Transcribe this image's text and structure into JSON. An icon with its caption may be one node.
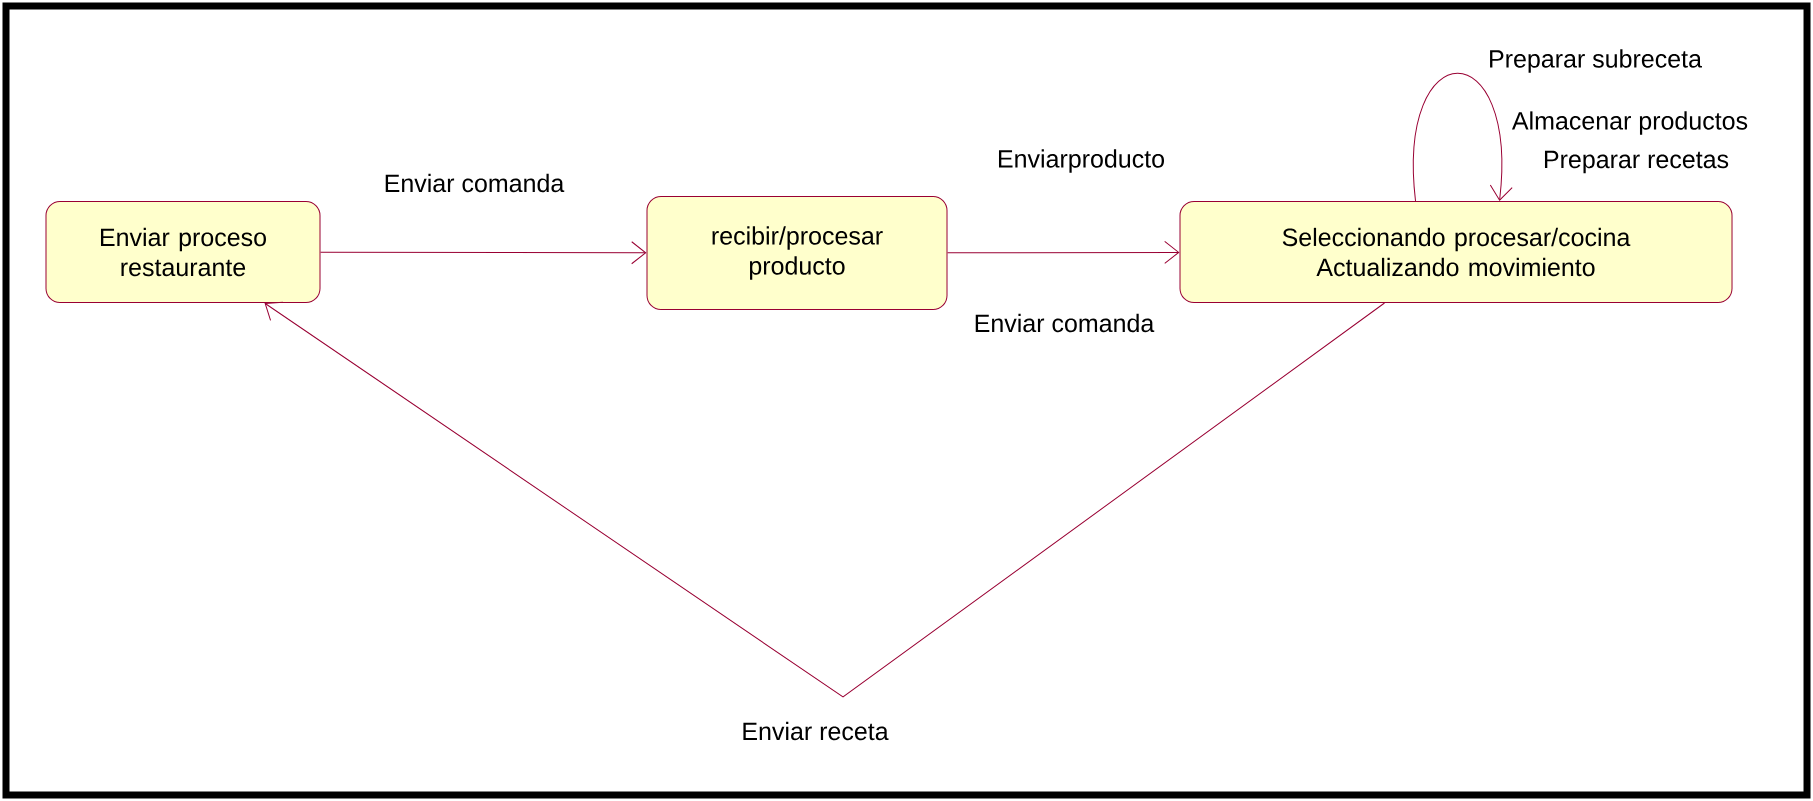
{
  "diagram": {
    "nodes": [
      {
        "text": [
          "Enviar proceso restaurante"
        ]
      },
      {
        "text": [
          "recibir/procesar producto"
        ]
      },
      {
        "text": [
          "Seleccionando procesar/cocina",
          "Actualizando movimiento"
        ]
      }
    ],
    "edges": [
      {
        "from": 0,
        "to": 1,
        "arrow": "to",
        "label": "Enviar comanda"
      },
      {
        "from": 1,
        "to": 2,
        "arrow": "to",
        "label": "Enviarproducto"
      },
      {
        "from": 2,
        "to": 0,
        "arrow": "to",
        "label": "Enviar receta"
      },
      {
        "from": 2,
        "to": 2,
        "arrow": "to",
        "label": "Preparar subreceta"
      }
    ],
    "labels": [
      "Almacenar productos",
      "Preparar recetas",
      "Enviar comanda"
    ]
  }
}
